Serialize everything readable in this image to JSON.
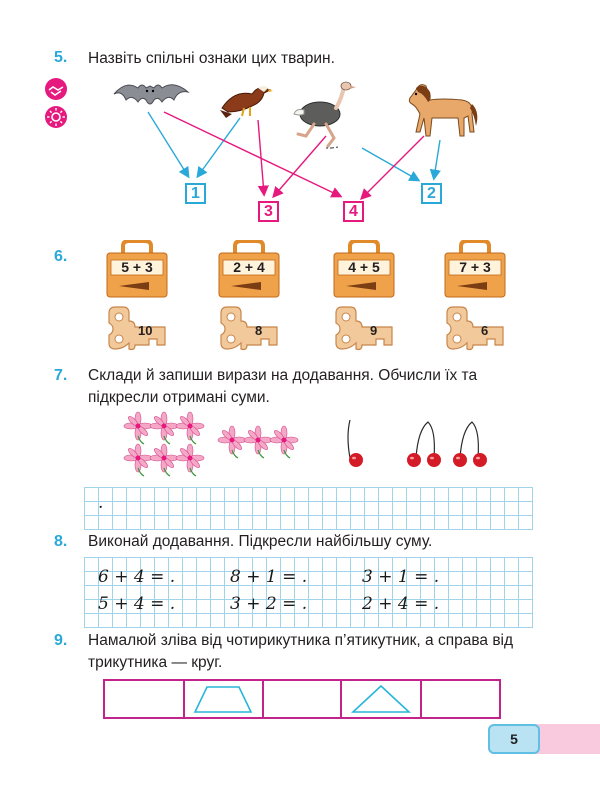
{
  "tasks": {
    "t5": {
      "number": "5.",
      "text": "Назвіть спільні ознаки цих тварин."
    },
    "t6": {
      "number": "6."
    },
    "t7": {
      "number": "7.",
      "text": "Склади й запиши вирази на додавання. Обчисли їх та підкресли отримані суми."
    },
    "t8": {
      "number": "8.",
      "text": "Виконай додавання. Підкресли найбільшу суму."
    },
    "t9": {
      "number": "9.",
      "text": "Намалюй зліва від чотирикутника п’ятикутник, а справа від трикутника — круг."
    }
  },
  "animals": [
    "bat-icon",
    "eagle-icon",
    "ostrich-icon",
    "horse-icon"
  ],
  "answer_boxes": [
    "1",
    "3",
    "4",
    "2"
  ],
  "locks": [
    "5 + 3",
    "2 + 4",
    "4 + 5",
    "7 + 3"
  ],
  "keys": [
    "10",
    "8",
    "9",
    "6"
  ],
  "task7_grid_mark": ".",
  "task8_rows": [
    [
      "6 + 4 = .",
      "8 + 1 = .",
      "3 + 1 = ."
    ],
    [
      "5 + 4 = .",
      "3 + 2 = .",
      "2 + 4 = ."
    ]
  ],
  "page_number": "5",
  "colors": {
    "accent_blue": "#2aa9d8",
    "accent_pink": "#e6197e",
    "lock_orange": "#f0a24a",
    "key_beige": "#f2c99a",
    "shape_cyan": "#29b6d8"
  }
}
